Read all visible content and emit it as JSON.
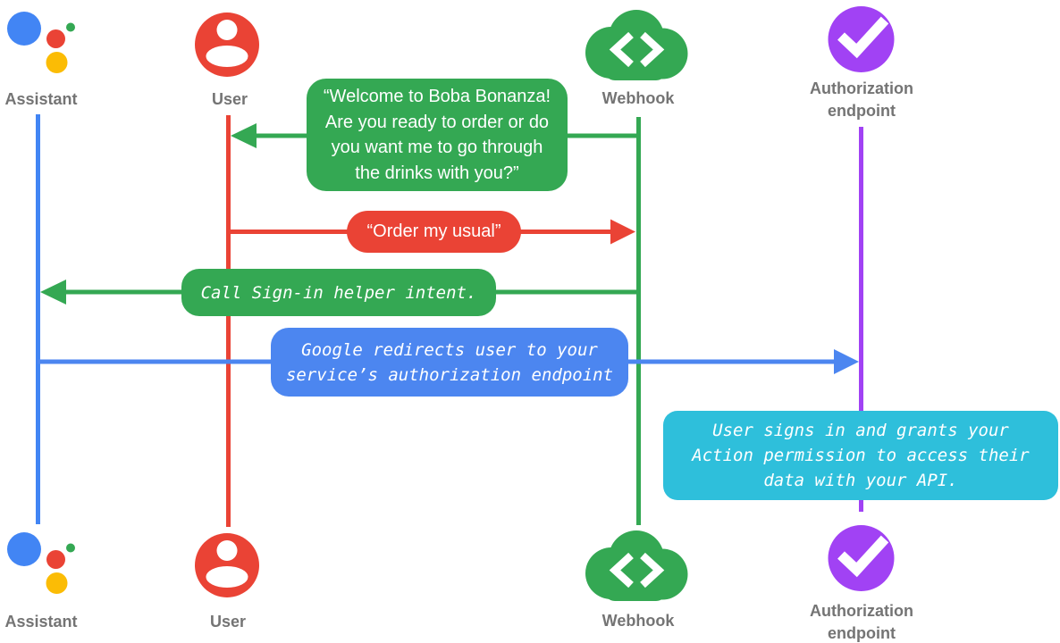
{
  "background": "#FFFFFF",
  "label_color": "#747474",
  "actors": [
    {
      "id": "assistant",
      "label": "Assistant",
      "icon": "google-assistant-logo-icon",
      "color": "#4285F4",
      "logo_colors": {
        "blue": "#4285F4",
        "red": "#EA4335",
        "green": "#34A853",
        "yellow": "#FBBC05"
      }
    },
    {
      "id": "user",
      "label": "User",
      "icon": "user-person-circle-icon",
      "color": "#EA4335"
    },
    {
      "id": "webhook",
      "label": "Webhook",
      "icon": "cloud-code-brackets-icon",
      "color": "#34A853"
    },
    {
      "id": "authorization-endpoint",
      "label": "Authorization endpoint",
      "label_lines": [
        "Authorization",
        "endpoint"
      ],
      "icon": "check-circle-icon",
      "color": "#A142F4"
    }
  ],
  "messages": [
    {
      "from": "webhook",
      "to": "user",
      "kind": "speech",
      "color": "#34A853",
      "text": "“Welcome to Boba Bonanza! Are you ready to order or do you want me to go through the drinks with you?”"
    },
    {
      "from": "user",
      "to": "webhook",
      "kind": "speech",
      "color": "#EA4335",
      "text": "“Order my usual”"
    },
    {
      "from": "webhook",
      "to": "assistant",
      "kind": "instruction",
      "color": "#34A853",
      "text": "Call Sign-in helper intent."
    },
    {
      "from": "assistant",
      "to": "authorization-endpoint",
      "kind": "instruction",
      "color": "#4C86F0",
      "text": "Google redirects user to your service’s authorization endpoint"
    },
    {
      "at": "authorization-endpoint",
      "kind": "note",
      "color": "#2EBFDB",
      "text": "User signs in and grants your Action permission to access their data with your API."
    }
  ]
}
